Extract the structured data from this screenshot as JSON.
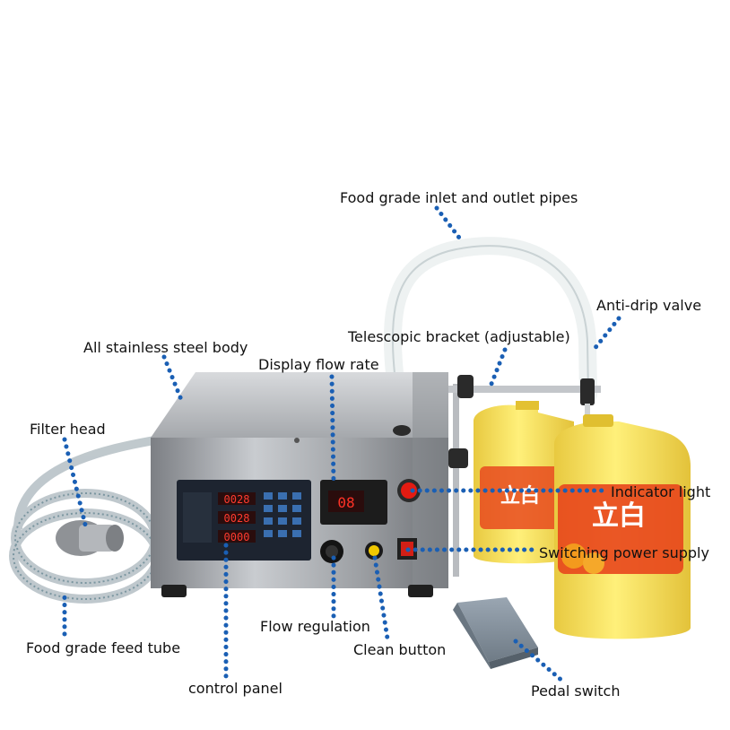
{
  "labels": {
    "inlet_outlet_pipes": "Food grade inlet and outlet pipes",
    "anti_drip_valve": "Anti-drip valve",
    "telescopic_bracket": "Telescopic bracket (adjustable)",
    "stainless_body": "All stainless steel body",
    "display_flow_rate": "Display flow rate",
    "filter_head": "Filter head",
    "indicator_light": "Indicator light",
    "switching_power_supply": "Switching power supply",
    "flow_regulation": "Flow regulation",
    "food_grade_feed_tube": "Food grade feed tube",
    "clean_button": "Clean button",
    "control_panel": "control panel",
    "pedal_switch": "Pedal switch"
  },
  "display": {
    "flow_readout": "08",
    "row1_digits": "0028",
    "row2_digits": "0028",
    "row3_digits": "0000"
  },
  "bottle_brand": "立白",
  "leader_color": "#1a5fb4"
}
